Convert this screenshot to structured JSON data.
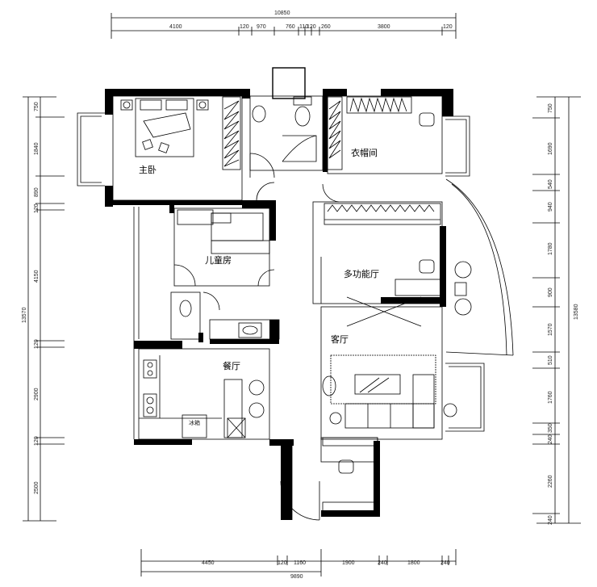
{
  "rooms": {
    "master_bedroom": "主卧",
    "cloakroom": "衣帽间",
    "kids_room": "儿童房",
    "multi_room": "多功能厅",
    "living_room": "客厅",
    "dining_room": "餐厅"
  },
  "top_dims": {
    "total": "10850",
    "segments": [
      "4100",
      "120",
      "970",
      "760",
      "110",
      "120",
      "260",
      "3800",
      "120"
    ]
  },
  "bottom_dims": {
    "total": "9890",
    "segments": [
      "4450",
      "120",
      "1160",
      "1900",
      "240",
      "1800",
      "240"
    ]
  },
  "left_dims": {
    "total": "13570",
    "segments": [
      "750",
      "1840",
      "890",
      "120",
      "4150",
      "120",
      "2900",
      "120",
      "2500"
    ]
  },
  "right_dims": {
    "total": "13580",
    "segments": [
      "750",
      "1690",
      "540",
      "940",
      "1780",
      "900",
      "1570",
      "510",
      "1760",
      "350",
      "240",
      "2260",
      "240"
    ]
  },
  "fixture_labels": {
    "fridge": "冰箱"
  }
}
